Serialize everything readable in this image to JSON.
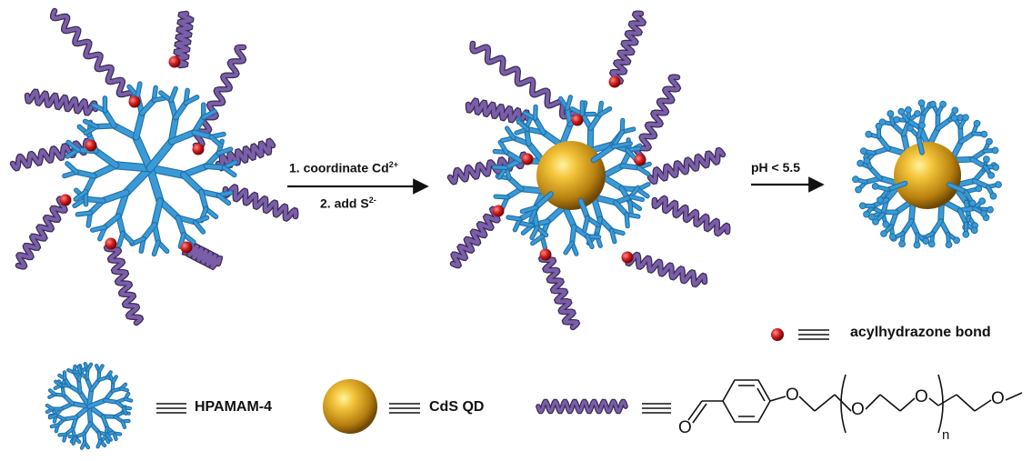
{
  "scheme": {
    "step1_line1": "1. coordinate Cd",
    "step1_sup": "2+",
    "step1_line2": "2. add S",
    "step1_sup2": "2-",
    "step2": "pH < 5.5"
  },
  "legend": {
    "acylhydrazone": "acylhydrazone bond",
    "dendrimer": "HPAMAM-4",
    "quantum_dot": "CdS QD",
    "peg_atoms": {
      "o1": "O",
      "o2": "O",
      "o3": "O",
      "o4": "O",
      "o5": "O",
      "subscript": "n"
    }
  },
  "colors": {
    "dendrimer_blue": "#3a9ad6",
    "dendrimer_dark": "#1f6fa8",
    "peg_purple": "#7a5ea8",
    "peg_dark": "#3b2b56",
    "bond_red": "#c62020",
    "qd_gold": "#d9a21e"
  }
}
